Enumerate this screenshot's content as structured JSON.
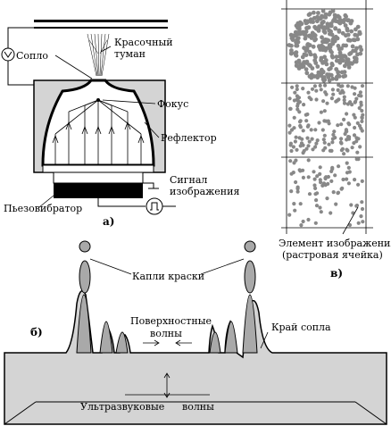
{
  "panel_a": {
    "nozzle": "Сопло",
    "mist_line1": "Красочный",
    "mist_line2": "туман",
    "focus": "Фокус",
    "reflector": "Рефлектор",
    "signal_line1": "Сигнал",
    "signal_line2": "изображения",
    "piezo": "Пьезовибратор",
    "tag": "а)"
  },
  "panel_b": {
    "drops": "Капли краски",
    "surface_line1": "Поверхностные",
    "surface_line2": "волны",
    "nozzle_edge": "Край сопла",
    "ultrasonic_line1": "Ультразвуковые",
    "ultrasonic_line2": "волны",
    "tag": "б)"
  },
  "panel_v": {
    "element_line1": "Элемент  изображения",
    "element_line2": "(растровая ячейка)",
    "tag": "в)"
  },
  "colors": {
    "ink": "#000000",
    "body_fill": "#d4d4d4",
    "dot_fill": "#888888",
    "liquid_fill": "#a9a9a9"
  }
}
